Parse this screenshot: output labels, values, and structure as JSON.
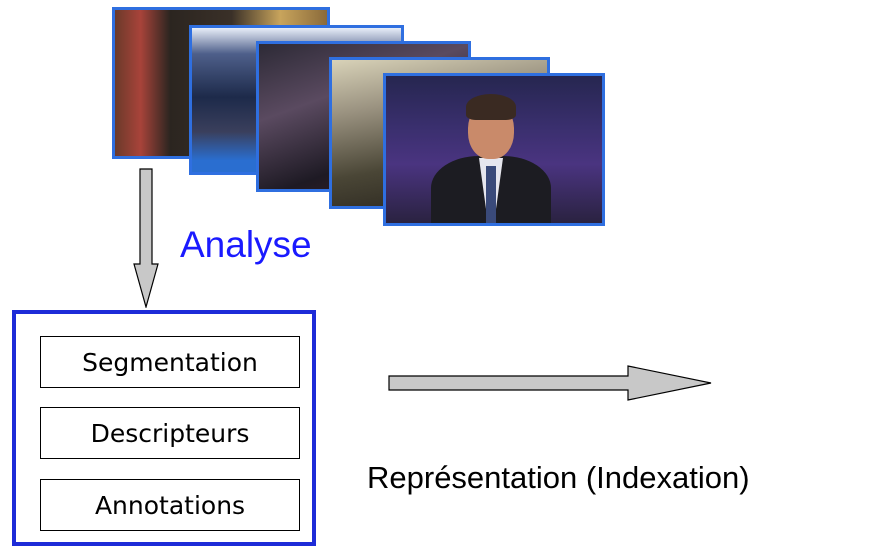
{
  "labels": {
    "analyse": "Analyse",
    "representation": "Représentation (Indexation)"
  },
  "steps": [
    "Segmentation",
    "Descripteurs",
    "Annotations"
  ],
  "colors": {
    "frame_border": "#2f6fe0",
    "analyse_text": "#1a1aff",
    "box_border": "#1d2bd8",
    "arrow_fill": "#c8c8c8"
  },
  "frames": [
    {
      "name": "video-frame-1"
    },
    {
      "name": "video-frame-2"
    },
    {
      "name": "video-frame-3"
    },
    {
      "name": "video-frame-4"
    },
    {
      "name": "video-frame-5-news-anchor"
    }
  ]
}
